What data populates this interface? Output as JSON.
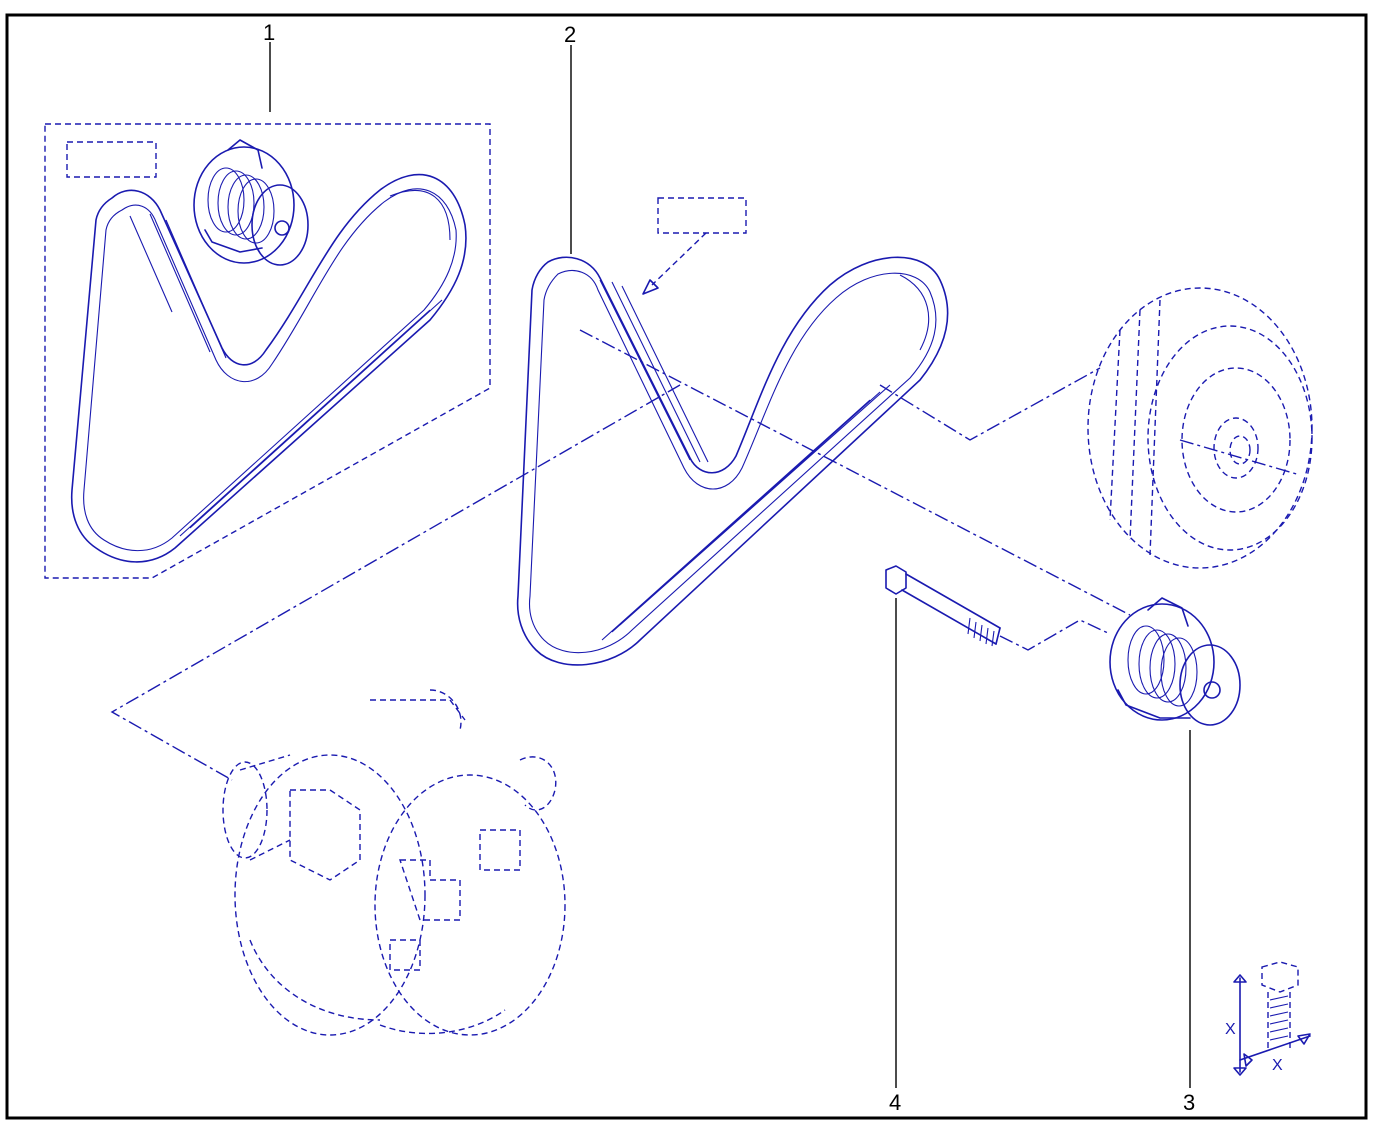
{
  "callouts": [
    {
      "id": "1",
      "label": "1"
    },
    {
      "id": "2",
      "label": "2"
    },
    {
      "id": "3",
      "label": "3"
    },
    {
      "id": "4",
      "label": "4"
    }
  ],
  "torque_symbol": {
    "dimension_label_vertical": "X",
    "dimension_label_horizontal": "X"
  },
  "colors": {
    "line": "#1a1ab0",
    "frame": "#000000",
    "background": "#ffffff"
  },
  "parts": [
    {
      "callout": "1",
      "icon": "belt-and-tensioner-kit-icon"
    },
    {
      "callout": "2",
      "icon": "ribbed-belt-icon"
    },
    {
      "callout": "3",
      "icon": "tensioner-pulley-icon"
    },
    {
      "callout": "4",
      "icon": "bolt-icon"
    }
  ]
}
